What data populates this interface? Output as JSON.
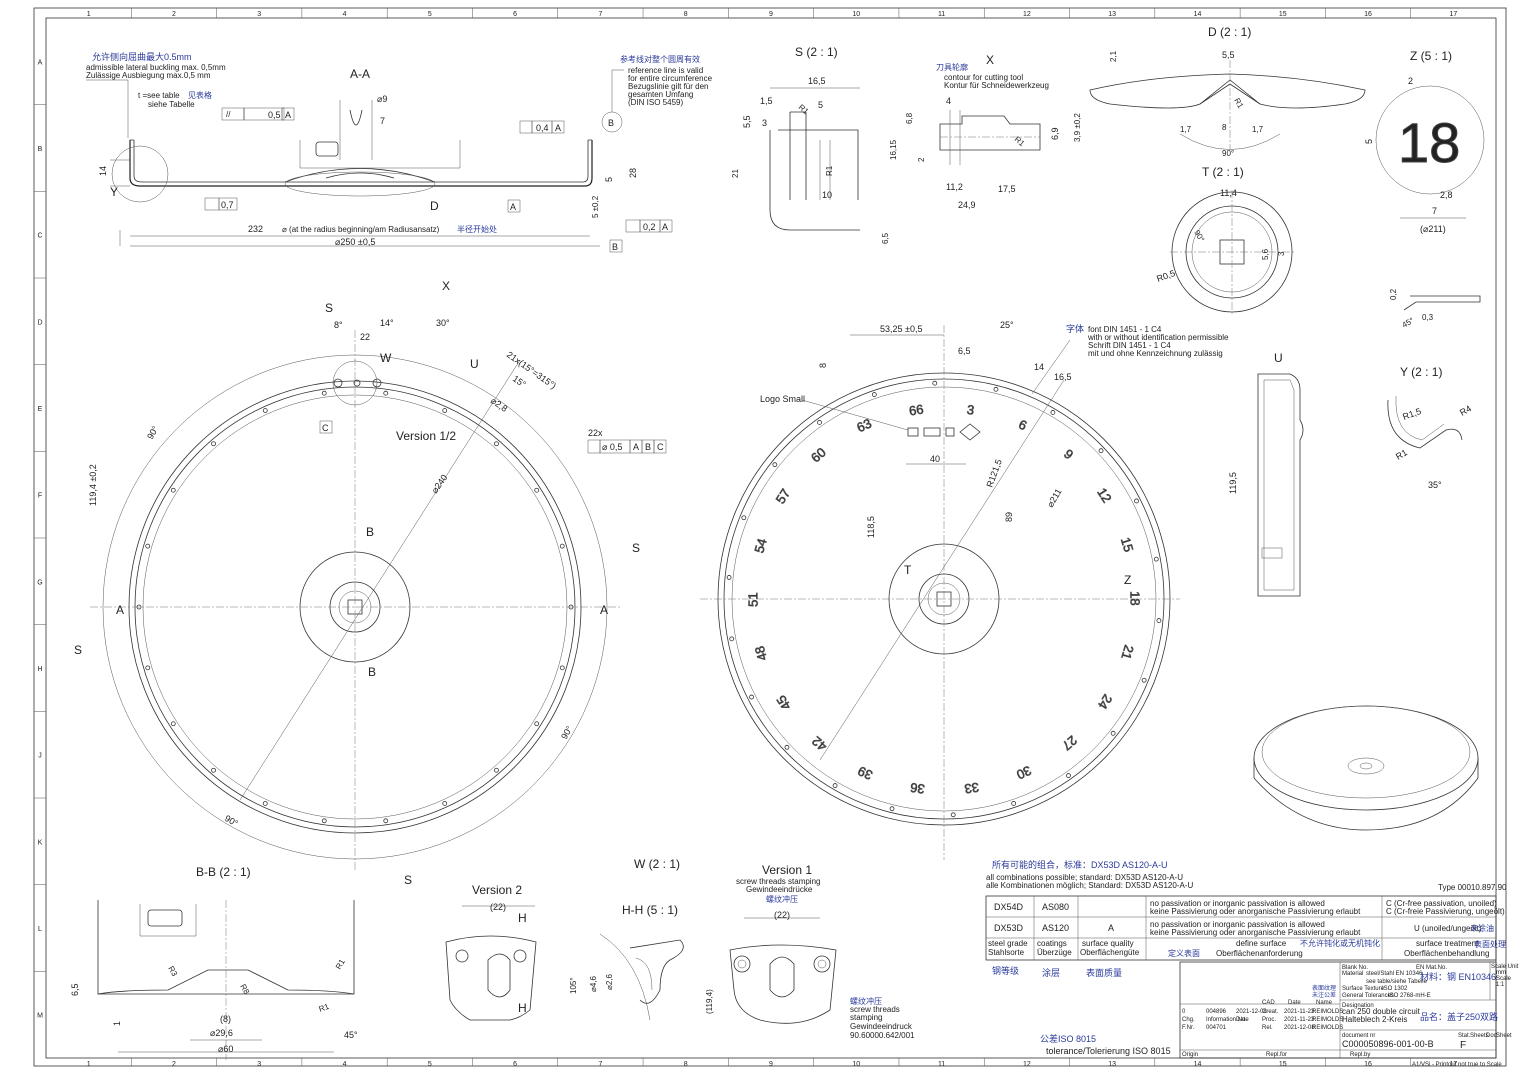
{
  "grid": {
    "columns": [
      "1",
      "2",
      "3",
      "4",
      "5",
      "6",
      "7",
      "8",
      "9",
      "10",
      "11",
      "12",
      "13",
      "14",
      "15",
      "16",
      "17"
    ],
    "rows": [
      "A",
      "B",
      "C",
      "D",
      "E",
      "F",
      "G",
      "H",
      "J",
      "K",
      "L",
      "M"
    ]
  },
  "section_aa": {
    "title": "A-A",
    "note_cn": "允许侧向屈曲最大0.5mm",
    "note_en": "admissible lateral buckling max. 0,5mm",
    "note_de": "Zulässige Ausbiegung max.0,5 mm",
    "t_note": "t =see table",
    "t_note_cn": "见表格",
    "t_note_de": "siehe Tabelle",
    "ref_cn": "参考线对整个圆周有效",
    "ref_en1": "reference line is valid",
    "ref_en2": "for entire circumference",
    "ref_de1": "Bezugslinie gilt für den",
    "ref_de2": "gesamten Umfang",
    "ref_iso": "(DIN ISO 5459)",
    "tol1": "0,5",
    "tol1_ref": "A",
    "tol2": "0,4",
    "tol2_ref": "A",
    "tol3": "0,7",
    "tol4": "0,2",
    "tol4_ref": "A",
    "dim_9": "⌀9",
    "dim_7": "7",
    "dim_14": "14",
    "dim_5": "5",
    "dim_28": "28",
    "dim_5b": "5 ±0,2",
    "dim_232": "232",
    "dim_232_note": "⌀ (at the radius beginning/am Radiusansatz)",
    "dim_232_cn": "半径开始处",
    "dim_250": "⌀250 ±0,5",
    "label_y": "Y",
    "label_d": "D",
    "label_a": "A",
    "label_b": "B",
    "label_b2": "B"
  },
  "detail_s": {
    "title": "S (2 : 1)",
    "d16_5": "16,5",
    "d1_5": "1,5",
    "d5": "5",
    "d5_5": "5,5",
    "d3": "3",
    "d21": "21",
    "d10": "10",
    "d6_5": "6,5",
    "r1": "R1",
    "r1b": "R1"
  },
  "detail_x": {
    "title": "X",
    "cn": "刀具轮廓",
    "en": "contour for cutting tool",
    "de": "Kontur für Schneidewerkzeug",
    "d4": "4",
    "d6_8": "6,8",
    "d16_15": "16,15",
    "d2": "2",
    "d11_2": "11,2",
    "d17_5": "17,5",
    "d24_9": "24,9",
    "d6_9": "6,9",
    "r1": "R1"
  },
  "detail_d": {
    "title": "D (2 : 1)",
    "d5_5": "5,5",
    "d2_1": "2,1",
    "d3_9": "3,9 ±0,2",
    "d1_7a": "1,7",
    "d1_7b": "1,7",
    "d8": "8",
    "angle": "90°",
    "r1": "R1"
  },
  "detail_z": {
    "title": "Z (5 : 1)",
    "d2": "2",
    "d5": "5",
    "d2_8": "2,8",
    "d7": "7",
    "ref": "(⌀211)",
    "sample": "18"
  },
  "detail_t": {
    "title": "T (2 : 1)",
    "d11_4": "11,4",
    "d5_6": "5,6",
    "d3": "3",
    "r0_5": "R0,5",
    "angle": "90°"
  },
  "detail_edge": {
    "d0_2": "0,2",
    "d0_3": "0,3",
    "angle": "45°"
  },
  "detail_u": {
    "title": "U",
    "d119_5": "119,5"
  },
  "detail_y": {
    "title": "Y (2 : 1)",
    "r1_5": "R1,5",
    "r4": "R4",
    "r1": "R1",
    "angle": "35°"
  },
  "view_left": {
    "s_top": "S",
    "s_right": "S",
    "s_left": "S",
    "s_bottom": "S",
    "x_label": "X",
    "w_label": "W",
    "u_label": "U",
    "a_left": "A",
    "a_right": "A",
    "b_top": "B",
    "b_bottom": "B",
    "c_label": "C",
    "version": "Version 1/2",
    "ang8": "8°",
    "ang14": "14°",
    "ang30": "30°",
    "d22": "22",
    "pattern": "21x(15°=315°)",
    "pattern2": "15°",
    "d2_8": "⌀2,8",
    "d240": "⌀240",
    "holes": "22x",
    "pos_tol": "⌀ 0,5",
    "pos_refs": [
      "A",
      "B",
      "C"
    ],
    "d119_4": "119,4 ±0,2",
    "ang90a": "90°",
    "ang90b": "90°",
    "ang90c": "90°"
  },
  "view_right": {
    "d53_25": "53,25 ±0,5",
    "d6_5": "6,5",
    "ang25": "25°",
    "d8": "8",
    "d14": "14",
    "d16_5": "16,5",
    "logo": "Logo Small",
    "d40": "40",
    "r121_5": "R121,5",
    "d118_5": "118,5",
    "d89": "89",
    "d211": "⌀211",
    "t_label": "T",
    "z_label": "Z",
    "font_cn": "字体",
    "font1": "font DIN 1451 - 1 C4",
    "font2": "with or without identification permissible",
    "font3": "Schrift DIN 1451 - 1 C4",
    "font4": "mit und ohne Kennzeichnung zulässig",
    "numbers": [
      "3",
      "6",
      "9",
      "12",
      "15",
      "18",
      "21",
      "24",
      "27",
      "30",
      "33",
      "36",
      "39",
      "42",
      "45",
      "48",
      "51",
      "54",
      "57",
      "60",
      "63",
      "66"
    ]
  },
  "section_bb": {
    "title": "B-B (2 : 1)",
    "d6_5": "6,5",
    "d1": "1",
    "d29_6": "⌀29,6",
    "d8": "(8)",
    "d60": "⌀60",
    "r3": "R3",
    "r8": "R8",
    "r1": "R1",
    "r1b": "R1",
    "ang45": "45°"
  },
  "detail_w": {
    "title": "W (2 : 1)",
    "version": "Version 2",
    "d22": "(22)",
    "h_top": "H",
    "h_bottom": "H"
  },
  "detail_hh": {
    "title": "H-H (5 : 1)",
    "d105": "105°",
    "d4_6": "⌀4,6",
    "d2_6": "⌀2,6"
  },
  "detail_v1": {
    "title": "Version 1",
    "en": "screw threads stamping",
    "de": "Gewindeeindrücke",
    "cn": "螺纹冲压",
    "d22": "(22)",
    "d119_4": "(119,4)",
    "cn2": "螺纹冲压",
    "en2a": "screw threads",
    "en2b": "stamping",
    "de2": "Gewindeeindruck",
    "code": "90.60000.642/001"
  },
  "combinations": {
    "cn": "所有可能的组合，标准：DX53D AS120-A-U",
    "en": "all combinations possible; standard: DX53D AS120-A-U",
    "de": "alle Kombinationen möglich; Standard: DX53D AS120-A-U",
    "type": "Type 00010.897.90"
  },
  "material_table": {
    "rows": [
      {
        "steel": "DX54D",
        "coating": "AS080",
        "quality": "",
        "desc_en": "no passivation or inorganic passivation is allowed",
        "desc_de": "keine Passivierung oder anorganische Passivierung erlaubt",
        "code_en": "C (Cr-free passivation, unoiled)",
        "code_de": "C (Cr-freie Passivierung, ungeölt)"
      },
      {
        "steel": "DX53D",
        "coating": "AS120",
        "quality": "A",
        "desc_en": "no passivation or inorganic passivation is allowed",
        "desc_de": "keine Passivierung oder anorganische Passivierung erlaubt",
        "code_en": "U (unoiled/ungeölt)",
        "code_de": "未涂油"
      }
    ],
    "h_steel_en": "steel grade",
    "h_steel_de": "Stahlsorte",
    "h_coat_en": "coatings",
    "h_coat_de": "Überzüge",
    "h_qual_en": "surface quality",
    "h_qual_de": "Oberflächengüte",
    "h_qual_cn": "定义表面",
    "h_def_en": "define surface",
    "h_def_cn": "不允许钝化或无机钝化",
    "h_def_de": "Oberflächenanforderung",
    "h_treat_en": "surface treatment",
    "h_treat_de": "Oberflächenbehandlung",
    "h_treat_cn": "表面处理",
    "cn_steel": "钢等级",
    "cn_coat": "涂层",
    "cn_qual": "表面质量"
  },
  "title_block": {
    "blank_no": "Blank No.",
    "material_lbl": "Material",
    "material_val": "steel/Stahl EN 10346",
    "material_val2": "see table/siehe Tabelle",
    "en_mat_no": "EN Mat.No.",
    "material_cn": "材料：钢 EN10346",
    "surface_texture": "Surface Texture",
    "surface_iso": "ISO 1302",
    "gen_tol": "General Tolerances",
    "gen_tol_val": "ISO 2768-mH-E",
    "scale_unit": "Scale Unit",
    "unit": "mm",
    "scale": "Scale",
    "scale_val": "1:1",
    "cn_surface": "表面纹理",
    "cn_tol": "未注公差",
    "revisions": [
      {
        "rev": "0",
        "no": "004896",
        "date": "2021-12-08",
        "role": "Creat.",
        "rdate": "2021-11-23",
        "name": "REIMOLDS"
      },
      {
        "rev": "Chg.",
        "no": "Information No.",
        "date": "Date",
        "role": "Proc.",
        "rdate": "2021-11-23",
        "name": "REIMOLDS"
      },
      {
        "rev": "F.Nr.",
        "no": "004701",
        "date": "",
        "role": "Rel.",
        "rdate": "2021-12-08",
        "name": "REIMOLDS"
      }
    ],
    "cad": "CAD",
    "date_hdr": "Date",
    "name_hdr": "Name",
    "designation": "Designation",
    "desig_en": "can 250 double circuit",
    "desig_de": "Halteblech 2-Kreis",
    "desig_cn": "品名：盖子250双路",
    "doc_no_lbl": "document nr",
    "doc_no": "C000050896-001-00-B",
    "status": "Stat.",
    "status_val": "F",
    "sheets": "Sheets",
    "doc": "Doc.",
    "sheet": "Sheet",
    "origin": "Origin",
    "repl_for": "Repl.for",
    "repl_by": "Repl.by",
    "format": "A1/VSi - Printout not true to Scale",
    "tol_cn": "公差ISO 8015",
    "tol_en": "tolerance/Tolerierung ISO 8015"
  }
}
